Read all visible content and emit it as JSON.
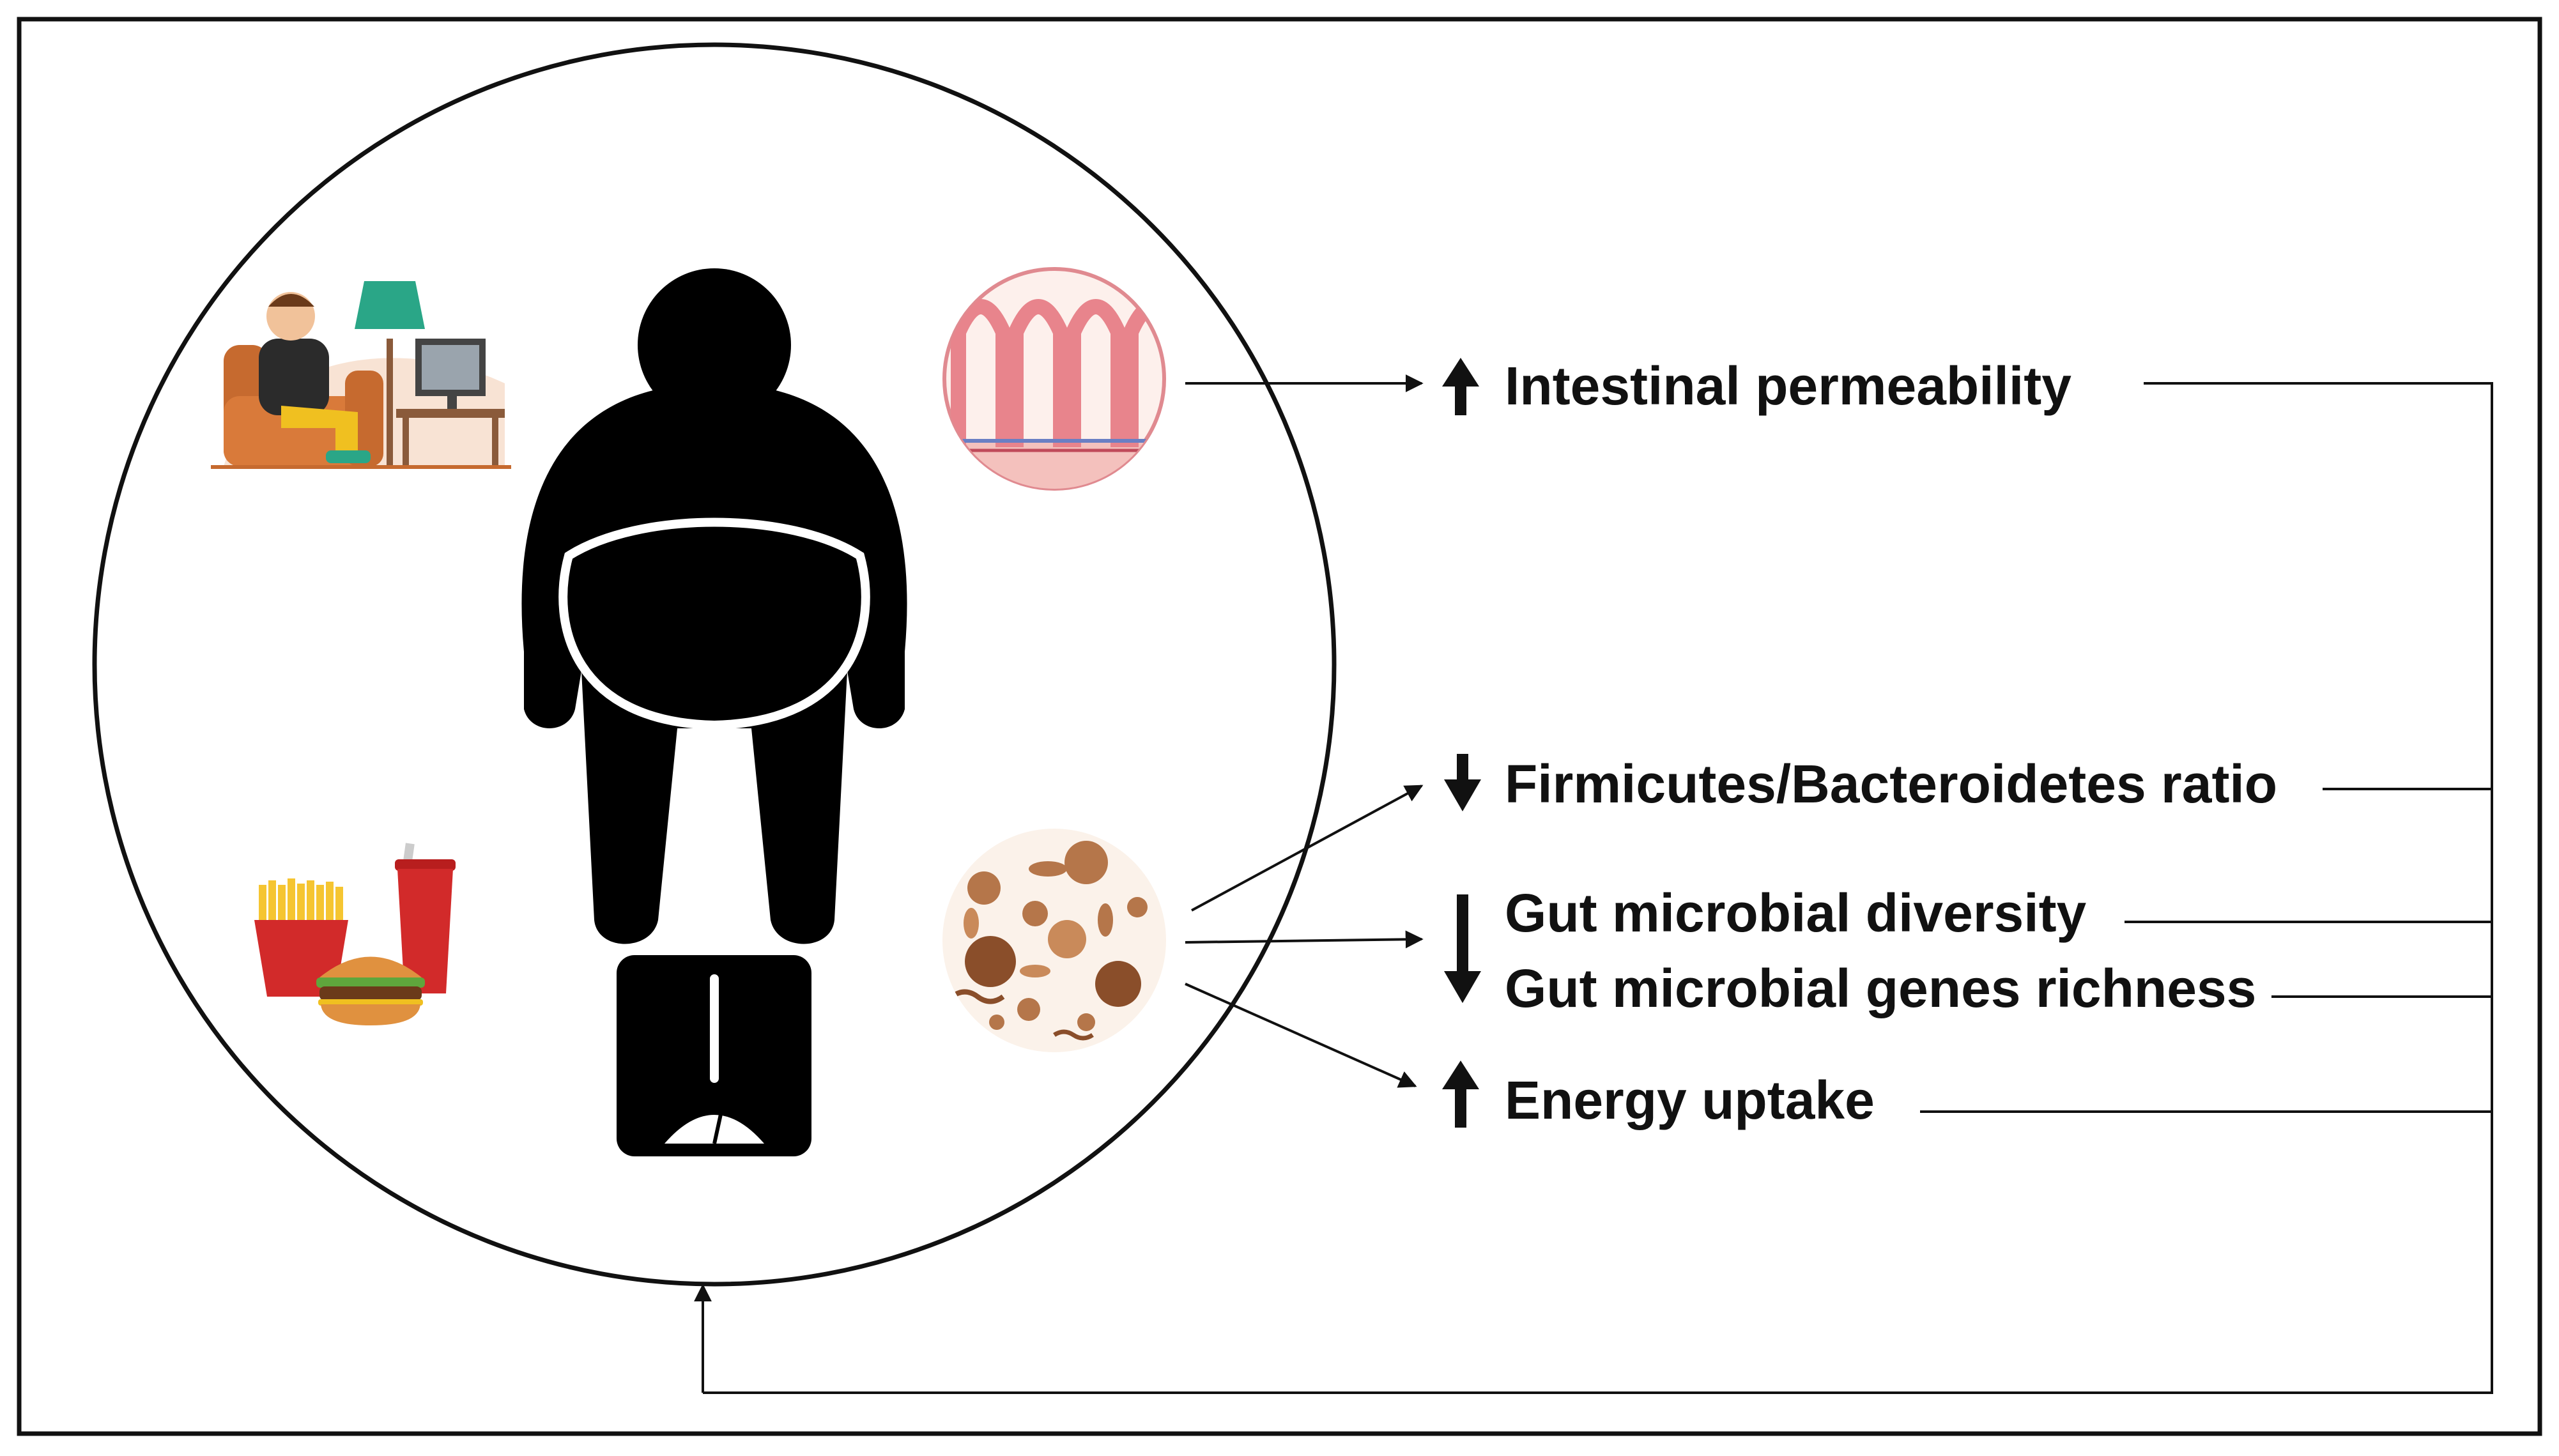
{
  "effects": [
    {
      "id": "intestinal-permeability",
      "label": "Intestinal permeability",
      "direction": "up"
    },
    {
      "id": "firmicutes-ratio",
      "label": "Firmicutes/Bacteroidetes ratio",
      "direction": "down"
    },
    {
      "id": "microbial-diversity",
      "label": "Gut microbial diversity",
      "direction": "down"
    },
    {
      "id": "genes-richness",
      "label": "Gut microbial genes richness",
      "direction": "down"
    },
    {
      "id": "energy-uptake",
      "label": "Energy uptake",
      "direction": "up"
    }
  ],
  "icons": [
    "sedentary-person-icon",
    "obese-person-icon",
    "weighing-scale-icon",
    "intestinal-villi-icon",
    "gut-microbes-icon",
    "fast-food-icon"
  ],
  "colors": {
    "line": "#111111",
    "villi": "#e8848c",
    "microbe": "#b5764a",
    "sofa": "#c66a2f",
    "lamp": "#2aa687",
    "food_red": "#d22a2a",
    "fries": "#f5c531"
  }
}
